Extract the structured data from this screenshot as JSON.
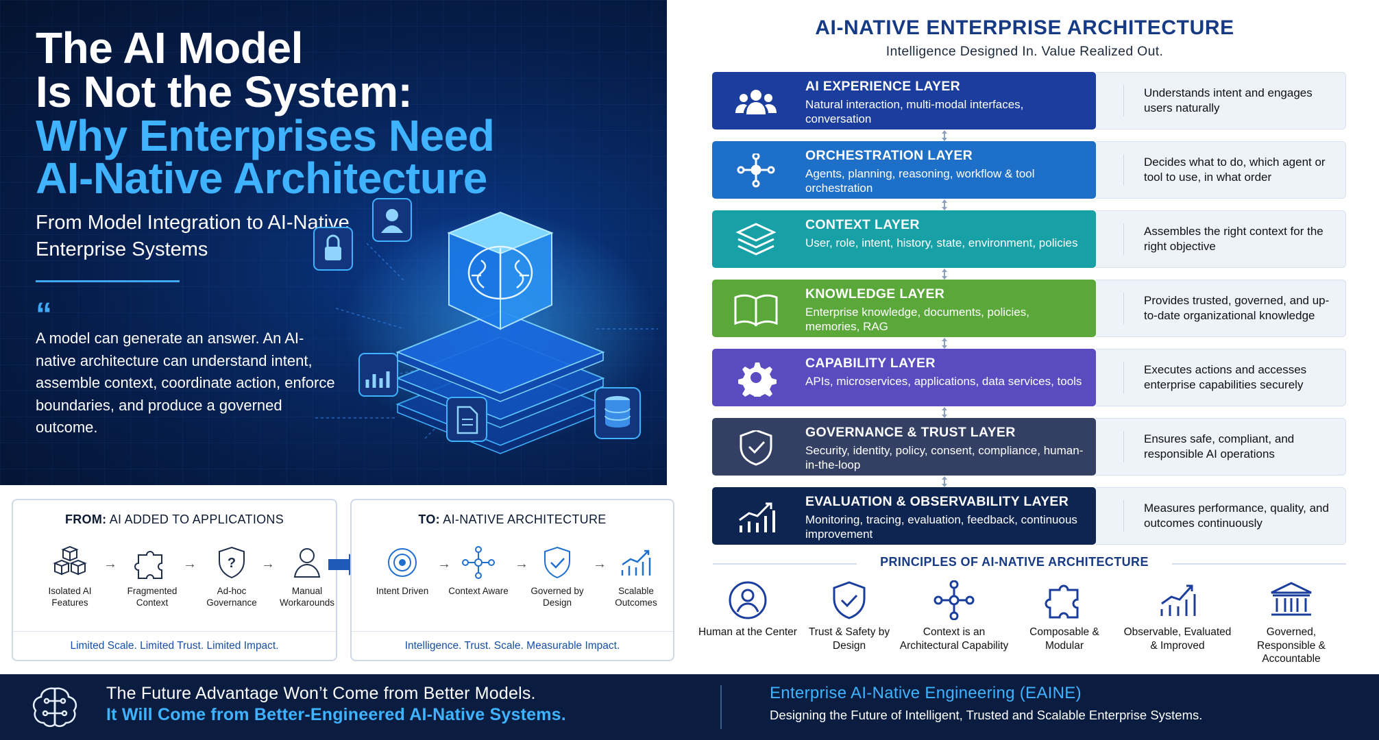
{
  "hero": {
    "title_line1": "The AI Model",
    "title_line2": "Is Not the System:",
    "title_line3": "Why Enterprises Need",
    "title_line4": "AI-Native Architecture",
    "subtitle": "From Model Integration to AI-Native Enterprise Systems",
    "quote_mark": "“",
    "quote": "A model can generate an answer. An AI-native architecture can understand intent, assemble context, coordinate action, enforce boundaries, and produce a governed outcome."
  },
  "from_panel": {
    "title_bold": "FROM:",
    "title_rest": "AI ADDED TO APPLICATIONS",
    "steps": [
      "Isolated AI Features",
      "Fragmented Context",
      "Ad-hoc Governance",
      "Manual Workarounds"
    ],
    "footer": "Limited Scale. Limited Trust. Limited Impact."
  },
  "to_panel": {
    "title_bold": "TO:",
    "title_rest": "AI-NATIVE ARCHITECTURE",
    "steps": [
      "Intent Driven",
      "Context Aware",
      "Governed by Design",
      "Scalable Outcomes"
    ],
    "footer": "Intelligence. Trust. Scale. Measurable Impact."
  },
  "architecture": {
    "title": "AI-NATIVE ENTERPRISE ARCHITECTURE",
    "subtitle": "Intelligence Designed In. Value Realized Out.",
    "layers": [
      {
        "name": "AI EXPERIENCE LAYER",
        "items": "Natural interaction, multi-modal interfaces, conversation",
        "desc": "Understands intent and engages users naturally",
        "color": "#1a3d9e",
        "icon": "users-icon"
      },
      {
        "name": "ORCHESTRATION LAYER",
        "items": "Agents, planning, reasoning, workflow & tool orchestration",
        "desc": "Decides what to do, which agent or tool to use, in what order",
        "color": "#1e6fc8",
        "icon": "network-icon"
      },
      {
        "name": "CONTEXT LAYER",
        "items": "User, role, intent, history, state, environment, policies",
        "desc": "Assembles the right context for the right objective",
        "color": "#17a0a6",
        "icon": "layers-icon"
      },
      {
        "name": "KNOWLEDGE LAYER",
        "items": "Enterprise knowledge, documents, policies, memories, RAG",
        "desc": "Provides trusted, governed, and up-to-date organizational knowledge",
        "color": "#5aa83a",
        "icon": "book-icon"
      },
      {
        "name": "CAPABILITY LAYER",
        "items": "APIs, microservices, applications, data services, tools",
        "desc": "Executes actions and accesses enterprise capabilities securely",
        "color": "#5a4bc0",
        "icon": "gear-icon"
      },
      {
        "name": "GOVERNANCE & TRUST LAYER",
        "items": "Security, identity, policy, consent, compliance, human-in-the-loop",
        "desc": "Ensures safe, compliant, and responsible AI operations",
        "color": "#334063",
        "icon": "shield-check-icon"
      },
      {
        "name": "EVALUATION & OBSERVABILITY LAYER",
        "items": "Monitoring, tracing, evaluation, feedback, continuous improvement",
        "desc": "Measures performance, quality, and outcomes continuously",
        "color": "#0e2552",
        "icon": "chart-icon"
      }
    ]
  },
  "principles": {
    "title": "PRINCIPLES OF AI-NATIVE ARCHITECTURE",
    "items": [
      "Human at the Center",
      "Trust & Safety by Design",
      "Context is an Architectural Capability",
      "Composable & Modular",
      "Observable, Evaluated & Improved",
      "Governed, Responsible & Accountable"
    ]
  },
  "footer": {
    "line1": "The Future Advantage Won’t Come from Better Models.",
    "line2": "It Will Come from Better-Engineered AI-Native Systems.",
    "brand": "Enterprise AI-Native Engineering (EAINE)",
    "tagline": "Designing the Future of Intelligent, Trusted and Scalable Enterprise Systems."
  }
}
